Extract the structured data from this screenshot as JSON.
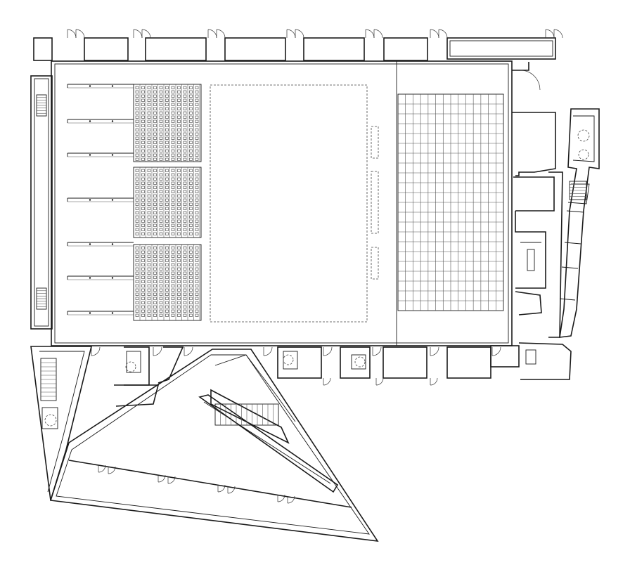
{
  "drawing": {
    "type": "architectural floor plan",
    "line_color": "#1a1a1a",
    "background": "#ffffff"
  },
  "hall": {
    "seating_blocks": 3,
    "seat_columns": 11,
    "riser_rows": 8,
    "sport_field_marking": "dashed",
    "retractable_grid_columns": 14,
    "retractable_grid_rows": 22
  },
  "icons": {
    "door": "door-swing-icon",
    "stair": "stair-icon",
    "lift": "elevator-icon"
  }
}
